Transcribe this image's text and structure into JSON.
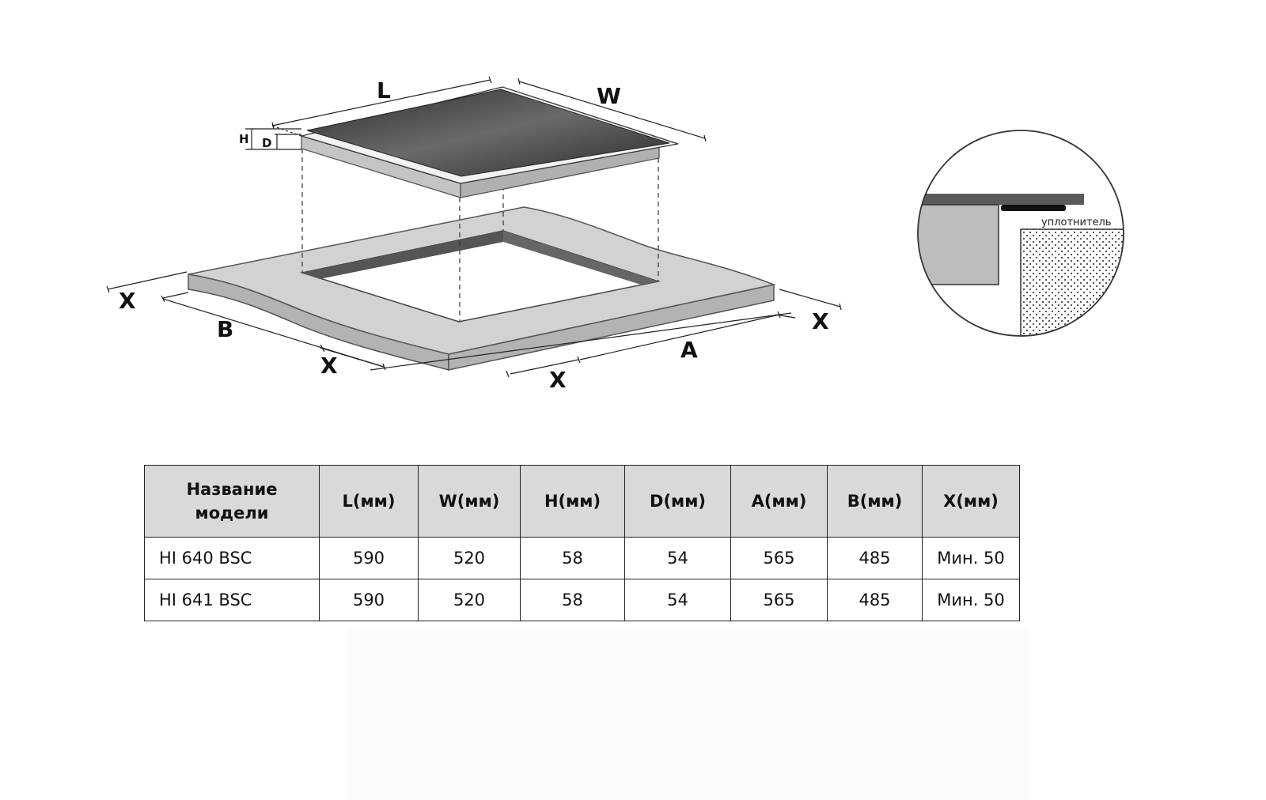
{
  "diagram": {
    "labels": {
      "L": "L",
      "W": "W",
      "H": "H",
      "D": "D",
      "A": "A",
      "B": "B",
      "X": "X"
    },
    "detail_label": "уплотнитель"
  },
  "table": {
    "header": {
      "model_line1": "Название",
      "model_line2": "модели",
      "L": "L(мм)",
      "W": "W(мм)",
      "H": "H(мм)",
      "D": "D(мм)",
      "A": "A(мм)",
      "B": "B(мм)",
      "X": "X(мм)"
    },
    "rows": [
      {
        "model": "HI 640 BSC",
        "L": "590",
        "W": "520",
        "H": "58",
        "D": "54",
        "A": "565",
        "B": "485",
        "X": "Мин. 50"
      },
      {
        "model": "HI 641 BSC",
        "L": "590",
        "W": "520",
        "H": "58",
        "D": "54",
        "A": "565",
        "B": "485",
        "X": "Мин. 50"
      }
    ]
  },
  "colors": {
    "worktop": "#d2d2d2",
    "glass_dark": "#3a3a3a",
    "frame": "#c4c4c4",
    "header_bg": "#d9d9d9"
  }
}
